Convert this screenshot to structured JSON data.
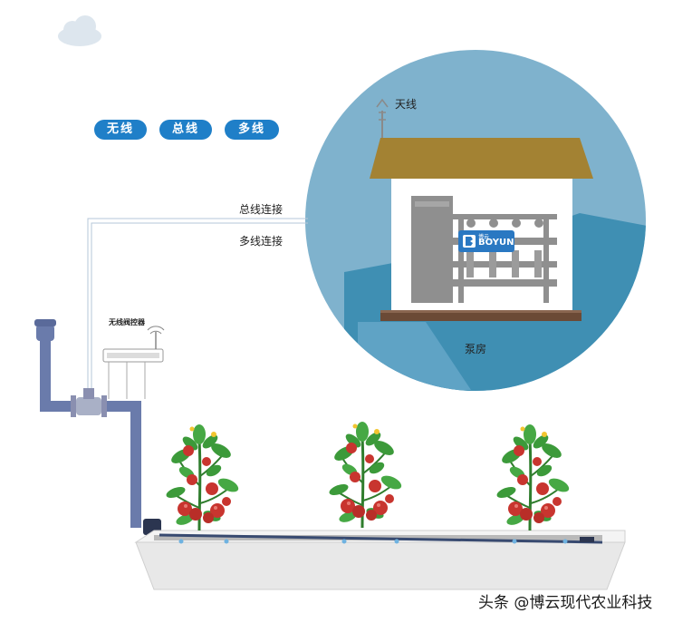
{
  "modes": {
    "wireless": "无线",
    "bus": "总线",
    "multiwire": "多线"
  },
  "labels": {
    "antenna": "天线",
    "bus_connection": "总线连接",
    "multiwire_connection": "多线连接",
    "wireless_valve_controller": "无线阀控器",
    "pump_house": "泵房",
    "brand_small": "博云",
    "brand": "BOYUN"
  },
  "watermark": "头条 @博云现代农业科技",
  "colors": {
    "tab_blue": "#1f7fc8",
    "circle_blue": "#7fb2cd",
    "roof_brown": "#a38233",
    "pipe_blue": "#6a7bab",
    "tomato_red": "#c8352f",
    "leaf_green": "#3c9a3a"
  }
}
